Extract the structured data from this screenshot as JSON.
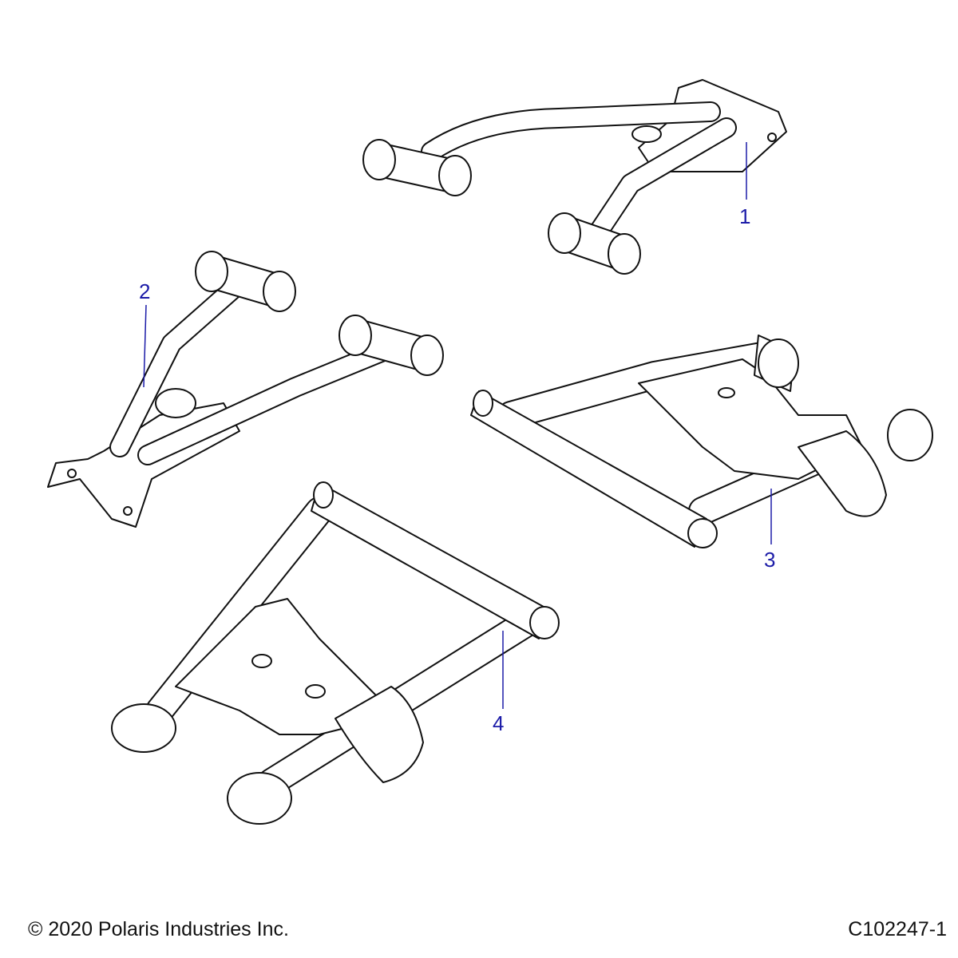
{
  "diagram": {
    "callouts": [
      "1",
      "2",
      "3",
      "4"
    ],
    "copyright": "© 2020 Polaris Industries Inc.",
    "figure_id": "C102247-1",
    "callout_color": "#1c1ca8"
  }
}
